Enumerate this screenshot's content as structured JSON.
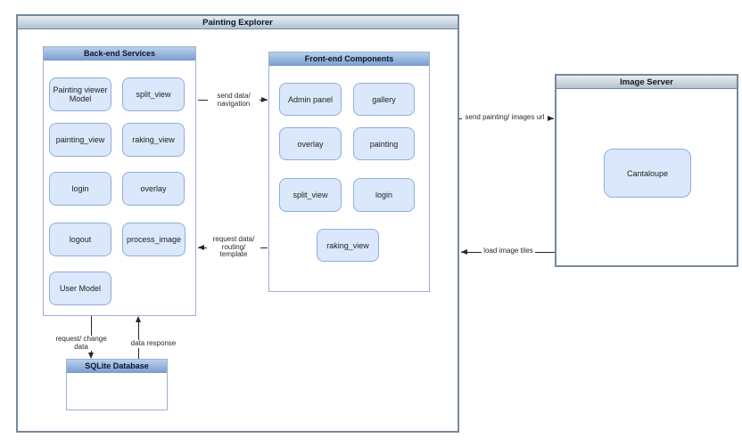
{
  "title": "Painting Explorer",
  "backend": {
    "title": "Back-end Services",
    "nodes": [
      "Painting viewer Model",
      "split_view",
      "painting_view",
      "raking_view",
      "login",
      "overlay",
      "logout",
      "process_image",
      "User Model"
    ]
  },
  "frontend": {
    "title": "Front-end Components",
    "nodes": [
      "Admin panel",
      "gallery",
      "overlay",
      "painting",
      "split_view",
      "login",
      "raking_view"
    ]
  },
  "database": {
    "title": "SQLite Database"
  },
  "image_server": {
    "title": "Image Server",
    "node": "Cantaloupe"
  },
  "arrows": {
    "send_data": "send data/\nnavigation",
    "request_data": "request data/\nrouting/\ntemplate",
    "send_painting": "send painting/ images url",
    "load_tiles": "load image tiles",
    "request_change": "request/ change data",
    "data_response": "data response"
  },
  "colors": {
    "frame_border": "#76889b",
    "frame_header_gradient_top": "#e7edf2",
    "frame_header_gradient_bottom": "#b2c2d0",
    "blue_header_gradient_top": "#b9d0ee",
    "blue_header_gradient_bottom": "#7ea0d1",
    "node_fill": "#dbe8fb",
    "node_border": "#8fadda",
    "arrow": "#262626"
  }
}
